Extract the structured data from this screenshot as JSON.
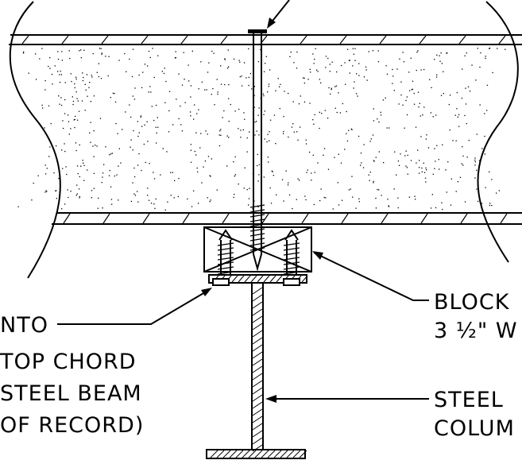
{
  "labels": {
    "block_line1": "BLOCK",
    "block_line2": "3 ½\" W",
    "column_line1": "STEEL",
    "column_line2": "COLUM",
    "left_line1": "NTO",
    "left_line2": "TOP CHORD",
    "left_line3": "STEEL BEAM",
    "left_line4": "OF RECORD)"
  },
  "colors": {
    "ink": "#000000",
    "background": "#ffffff"
  }
}
